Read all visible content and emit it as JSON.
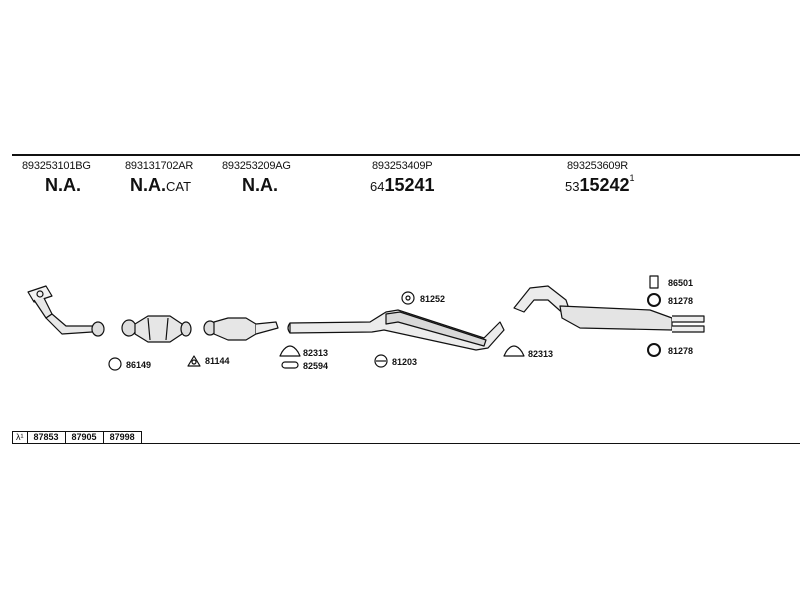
{
  "sections": [
    {
      "part_number": "893253101BG",
      "code": "N.A.",
      "suffix": ""
    },
    {
      "part_number": "893131702AR",
      "code": "N.A.",
      "suffix": "CAT"
    },
    {
      "part_number": "893253209AG",
      "code": "N.A.",
      "suffix": ""
    },
    {
      "part_number": "893253409P",
      "prefix": "64",
      "code": "15241",
      "suffix": ""
    },
    {
      "part_number": "893253609R",
      "prefix": "53",
      "code": "15242",
      "superscript": "1"
    }
  ],
  "accessories": {
    "a86149": "86149",
    "a81144": "81144",
    "a82313_left": "82313",
    "a82594": "82594",
    "a81252": "81252",
    "a81203": "81203",
    "a82313_right": "82313",
    "a86501": "86501",
    "a81278_top": "81278",
    "a81278_bottom": "81278"
  },
  "lambda_table": {
    "symbol": "λ¹",
    "codes": [
      "87853",
      "87905",
      "87998"
    ]
  }
}
